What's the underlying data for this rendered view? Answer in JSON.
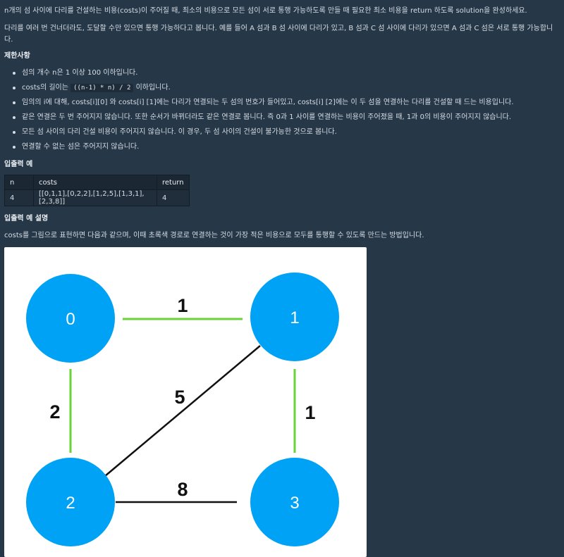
{
  "problem": {
    "intro": "n개의 섬 사이에 다리를 건설하는 비용(costs)이 주어질 때, 최소의 비용으로 모든 섬이 서로 통행 가능하도록 만들 때 필요한 최소 비용을 return 하도록 solution을 완성하세요.",
    "note": "다리를 여러 번 건너더라도, 도달할 수만 있으면 통행 가능하다고 봅니다. 예를 들어 A 섬과 B 섬 사이에 다리가 있고, B 섬과 C 섬 사이에 다리가 있으면 A 섬과 C 섬은 서로 통행 가능합니다."
  },
  "constraints": {
    "title": "제한사항",
    "items": {
      "c1": "섬의 개수 n은 1 이상 100 이하입니다.",
      "c2_pre": "costs의 길이는 ",
      "c2_code": "((n-1) * n) / 2",
      "c2_post": " 이하입니다.",
      "c3": "임의의 i에 대해, costs[i][0] 와 costs[i] [1]에는 다리가 연결되는 두 섬의 번호가 들어있고, costs[i] [2]에는 이 두 섬을 연결하는 다리를 건설할 때 드는 비용입니다.",
      "c4": "같은 연결은 두 번 주어지지 않습니다. 또한 순서가 바뀌더라도 같은 연결로 봅니다. 즉 0과 1 사이를 연결하는 비용이 주어졌을 때, 1과 0의 비용이 주어지지 않습니다.",
      "c5": "모든 섬 사이의 다리 건설 비용이 주어지지 않습니다. 이 경우, 두 섬 사이의 건설이 불가능한 것으로 봅니다.",
      "c6": "연결할 수 없는 섬은 주어지지 않습니다."
    }
  },
  "example": {
    "title": "입출력 예",
    "headers": {
      "n": "n",
      "costs": "costs",
      "return": "return"
    },
    "row": {
      "n": "4",
      "costs": "[[0,1,1],[0,2,2],[1,2,5],[1,3,1],[2,3,8]]",
      "return": "4"
    }
  },
  "explanation": {
    "title": "입출력 예 설명",
    "text": "costs를 그림으로 표현하면 다음과 같으며, 이때 초록색 경로로 연결하는 것이 가장 적은 비용으로 모두를 통행할 수 있도록 만드는 방법입니다."
  },
  "graph": {
    "node_color": "#00a2f5",
    "mst_edge_color": "#6ad33a",
    "other_edge_color": "#111111",
    "nodes": {
      "n0": "0",
      "n1": "1",
      "n2": "2",
      "n3": "3"
    },
    "weights": {
      "e01": "1",
      "e02": "2",
      "e12": "5",
      "e13": "1",
      "e23": "8"
    }
  }
}
